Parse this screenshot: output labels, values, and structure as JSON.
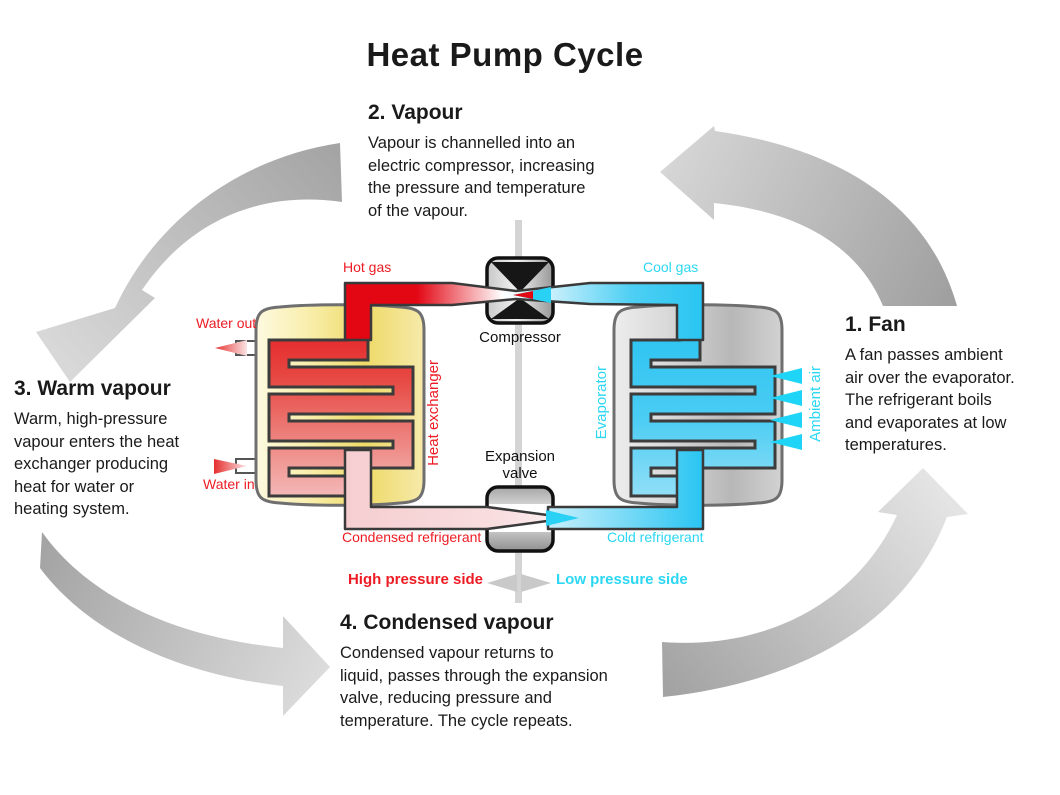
{
  "title": "Heat Pump Cycle",
  "steps": {
    "fan": {
      "heading": "1. Fan",
      "body": "A fan passes ambient\nair over the evaporator.\nThe refrigerant boils\nand evaporates at low\ntemperatures."
    },
    "vapour": {
      "heading": "2. Vapour",
      "body": "Vapour is channelled into an\nelectric compressor, increasing\nthe pressure and temperature\nof the vapour."
    },
    "warm_vapour": {
      "heading": "3. Warm vapour",
      "body": "Warm, high-pressure\nvapour enters the heat\nexchanger producing\nheat for water or\nheating system."
    },
    "condensed_vapour": {
      "heading": "4. Condensed vapour",
      "body": "Condensed vapour returns to\nliquid, passes through the expansion\nvalve, reducing pressure and\ntemperature. The cycle repeats."
    }
  },
  "component_labels": {
    "compressor": "Compressor",
    "expansion_valve": "Expansion\nvalve",
    "heat_exchanger": "Heat exchanger",
    "evaporator": "Evaporator"
  },
  "flow_labels": {
    "hot_gas": "Hot gas",
    "cool_gas": "Cool gas",
    "water_out": "Water out",
    "water_in": "Water in",
    "ambient_air": "Ambient air",
    "condensed_refrigerant": "Condensed refrigerant",
    "cold_refrigerant": "Cold refrigerant",
    "high_pressure_side": "High pressure side",
    "low_pressure_side": "Low pressure side"
  },
  "colors": {
    "hot_text": "#ed1c24",
    "cold_text": "#2bd7f3",
    "pipe_hot": "#e30613",
    "pipe_cold": "#29c5f2",
    "tank_yellow": "#eed75f",
    "tank_gray": "#c9c9c9",
    "cycle_arrow_gray": "#b5b5b5"
  }
}
